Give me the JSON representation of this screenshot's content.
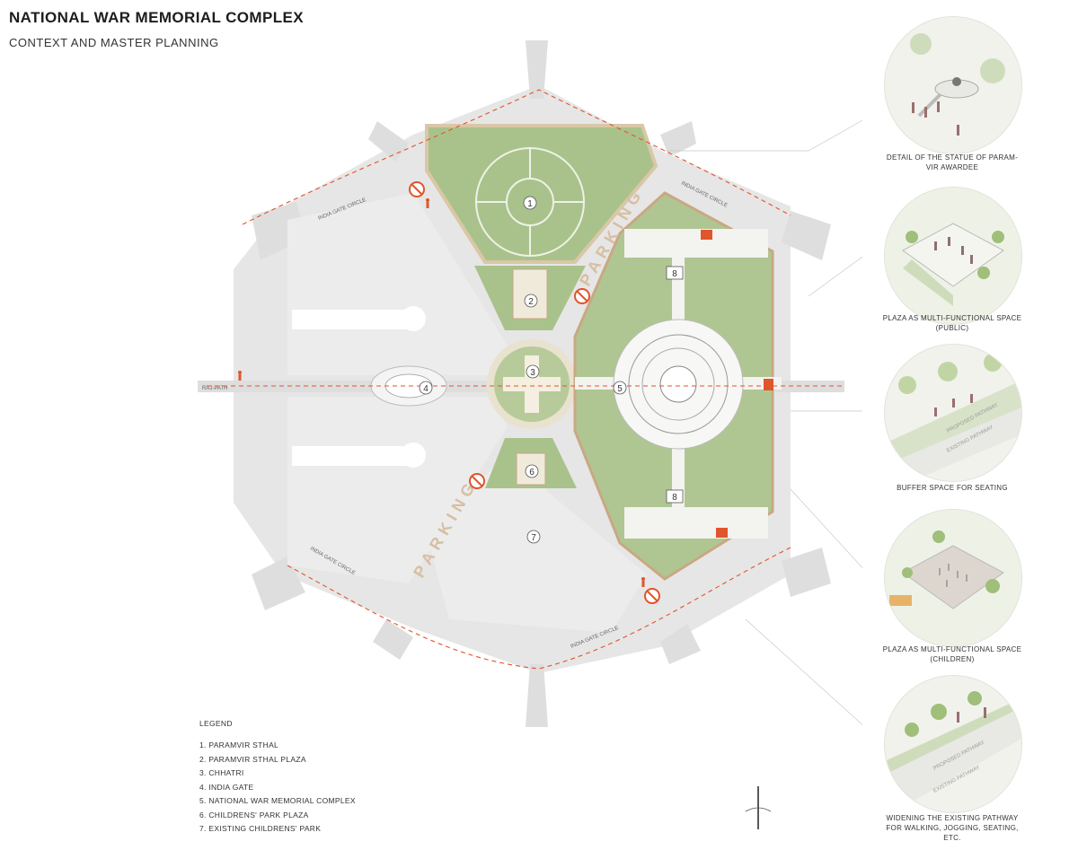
{
  "header": {
    "title": "NATIONAL WAR MEMORIAL COMPLEX",
    "subtitle": "CONTEXT AND MASTER PLANNING"
  },
  "plan": {
    "zone_numbers": [
      "1",
      "2",
      "3",
      "4",
      "5",
      "6",
      "7",
      "8",
      "8"
    ],
    "parking_label": "PARKING",
    "road_labels": {
      "india_gate_circle": "INDIA GATE CIRCLE",
      "raj_path": "RAJ-PATH"
    }
  },
  "legend": {
    "heading": "LEGEND",
    "items": [
      "1. PARAMVIR STHAL",
      "2. PARAMVIR STHAL PLAZA",
      "3. CHHATRI",
      "4. INDIA GATE",
      "5. NATIONAL WAR MEMORIAL COMPLEX",
      "6. CHILDRENS' PARK PLAZA",
      "7. EXISTING CHILDRENS' PARK"
    ]
  },
  "vignettes": [
    {
      "caption": "DETAIL OF THE STATUE OF PARAM-VIR AWARDEE"
    },
    {
      "caption": "PLAZA AS MULTI-FUNCTIONAL SPACE (PUBLIC)"
    },
    {
      "caption": "BUFFER SPACE FOR SEATING",
      "labels": [
        "PROPOSED PATHWAY",
        "EXISTING PATHWAY"
      ]
    },
    {
      "caption": "PLAZA AS MULTI-FUNCTIONAL SPACE (CHILDREN)"
    },
    {
      "caption": "WIDENING THE EXISTING PATHWAY FOR WALKING, JOGGING, SEATING, ETC.",
      "labels": [
        "PROPOSED PATHWAY",
        "EXISTING PATHWAY"
      ]
    }
  ],
  "colors": {
    "road": "#dcdcdc",
    "lawn": "#a8c08a",
    "lawn_light": "#c3d4ab",
    "path": "#c9a882",
    "accent": "#e0552b",
    "plaza": "#f1ede2"
  }
}
